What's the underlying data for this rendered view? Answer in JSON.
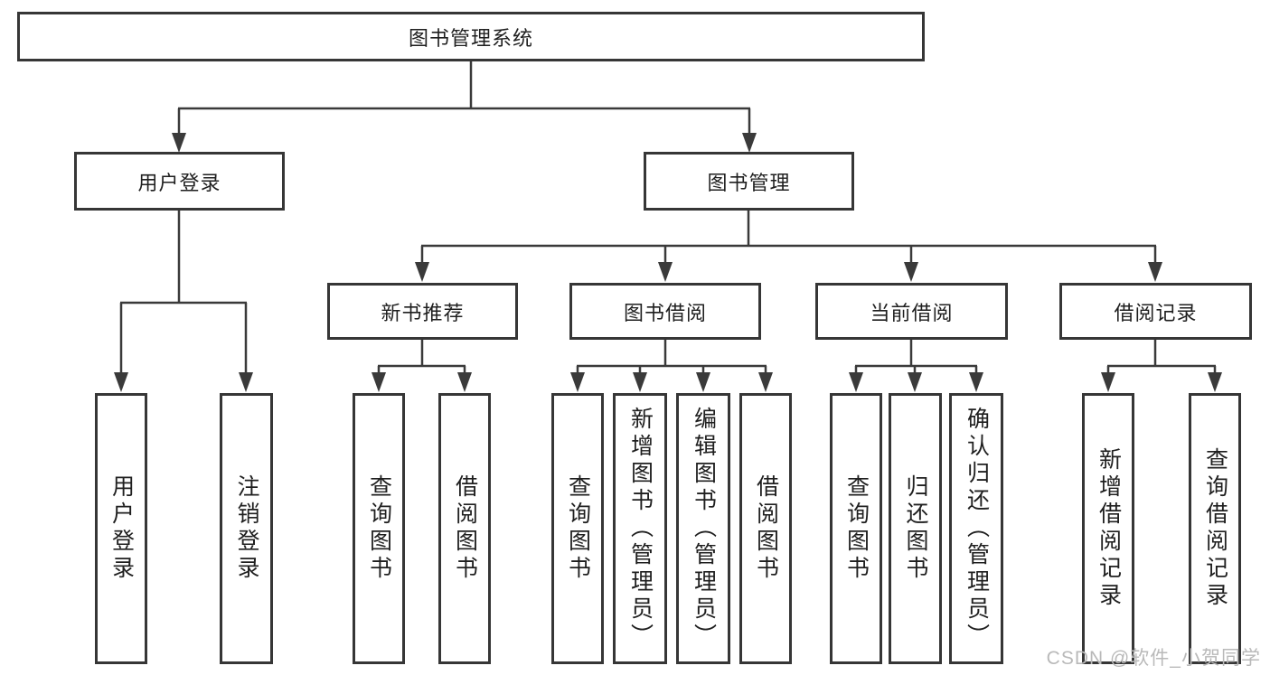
{
  "tree": {
    "label": "图书管理系统",
    "children": [
      {
        "label": "用户登录",
        "children": [
          {
            "label": "用户登录"
          },
          {
            "label": "注销登录"
          }
        ]
      },
      {
        "label": "图书管理",
        "children": [
          {
            "label": "新书推荐",
            "children": [
              {
                "label": "查询图书"
              },
              {
                "label": "借阅图书"
              }
            ]
          },
          {
            "label": "图书借阅",
            "children": [
              {
                "label": "查询图书"
              },
              {
                "label": "新增图书（管理员）"
              },
              {
                "label": "编辑图书（管理员）"
              },
              {
                "label": "借阅图书"
              }
            ]
          },
          {
            "label": "当前借阅",
            "children": [
              {
                "label": "查询图书"
              },
              {
                "label": "归还图书"
              },
              {
                "label": "确认归还（管理员）"
              }
            ]
          },
          {
            "label": "借阅记录",
            "children": [
              {
                "label": "新增借阅记录"
              },
              {
                "label": "查询借阅记录"
              }
            ]
          }
        ]
      }
    ]
  },
  "watermark": "CSDN @软件_小贺同学",
  "colors": {
    "line": "#3a3a3a",
    "box_border": "#363636",
    "box_fill": "#ffffff",
    "text": "#1f1f1f",
    "watermark": "#b9b9b9",
    "background": "#ffffff"
  }
}
